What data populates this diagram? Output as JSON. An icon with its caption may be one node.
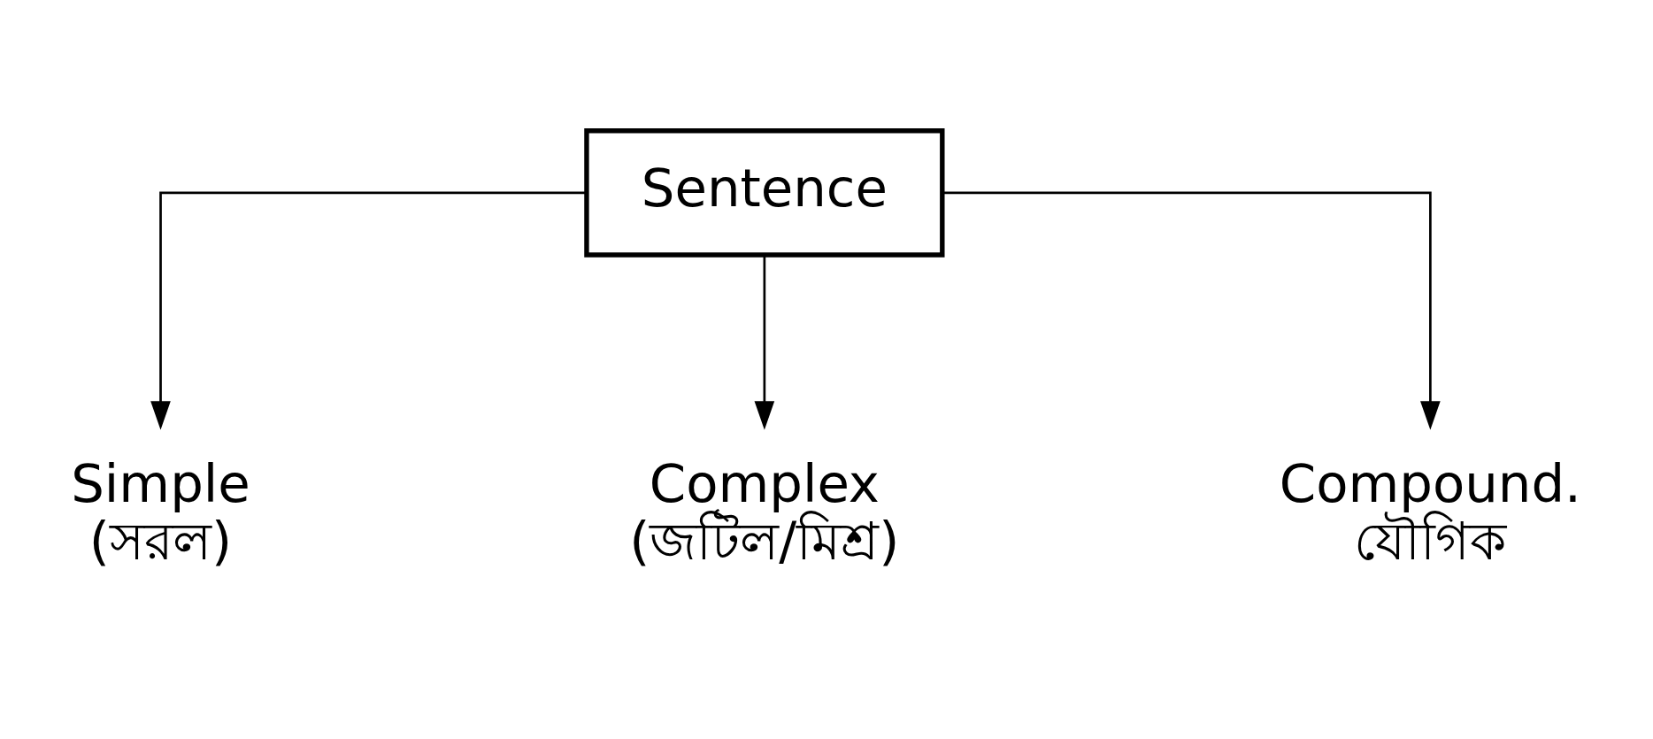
{
  "diagram": {
    "nodes": [
      {
        "text": [
          "Sentence"
        ]
      },
      {
        "text": [
          "Simple",
          "(সরল)"
        ]
      },
      {
        "text": [
          "Complex",
          "(জটিল/মিশ্র)"
        ]
      },
      {
        "text": [
          "Compound.",
          "যৌগিক"
        ]
      }
    ],
    "edges": [
      {
        "from": 0,
        "to": 1,
        "arrow": "to"
      },
      {
        "from": 0,
        "to": 2,
        "arrow": "to"
      },
      {
        "from": 0,
        "to": 3,
        "arrow": "to"
      }
    ]
  }
}
